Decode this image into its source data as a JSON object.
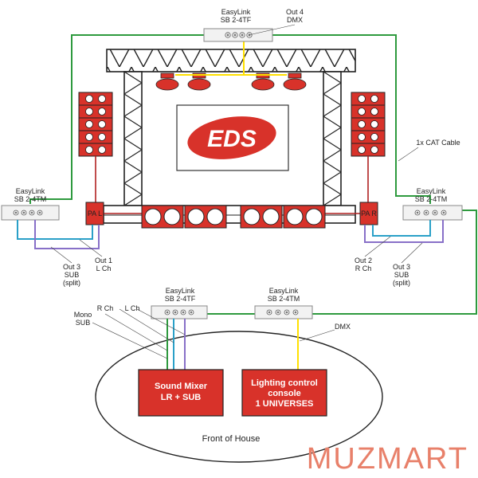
{
  "colors": {
    "red": "#d8322a",
    "green": "#2e9a3e",
    "yellow": "#ffe000",
    "blue": "#2aa0c8",
    "purple": "#8870c8",
    "cable_red": "#b02020",
    "logo": "#e8806a"
  },
  "labels": {
    "top_box_l1": "EasyLink",
    "top_box_l2": "SB 2-4TF",
    "out4_l1": "Out 4",
    "out4_l2": "DMX",
    "left_box_l1": "EasyLink",
    "left_box_l2": "SB 2-4TM",
    "right_box_l1": "EasyLink",
    "right_box_l2": "SB 2-4TM",
    "cat_cable": "1x CAT Cable",
    "pa_left": "PA L",
    "pa_right": "PA R",
    "out3_left_l1": "Out 3",
    "out3_left_l2": "SUB",
    "out3_left_l3": "(split)",
    "out1_l1": "Out 1",
    "out1_l2": "L Ch",
    "out2_l1": "Out 2",
    "out2_l2": "R Ch",
    "out3_right_l1": "Out 3",
    "out3_right_l2": "SUB",
    "out3_right_l3": "(split)",
    "foh_box1_l1": "EasyLink",
    "foh_box1_l2": "SB 2-4TF",
    "foh_box2_l1": "EasyLink",
    "foh_box2_l2": "SB 2-4TM",
    "r_ch": "R Ch",
    "l_ch": "L Ch",
    "mono_l1": "Mono",
    "mono_l2": "SUB",
    "dmx": "DMX",
    "mixer_l1": "Sound Mixer",
    "mixer_l2": "LR + SUB",
    "lighting_l1": "Lighting control",
    "lighting_l2": "console",
    "lighting_l3": "1 UNIVERSES",
    "foh": "Front of House",
    "eds": "EDS",
    "watermark": "MUZMART"
  },
  "icons": {
    "speaker_stack": "speaker-cabinet-icon",
    "moving_head": "moving-head-light-icon",
    "sub_cabinet": "subwoofer-icon",
    "connector": "xlr-connector-icon"
  }
}
